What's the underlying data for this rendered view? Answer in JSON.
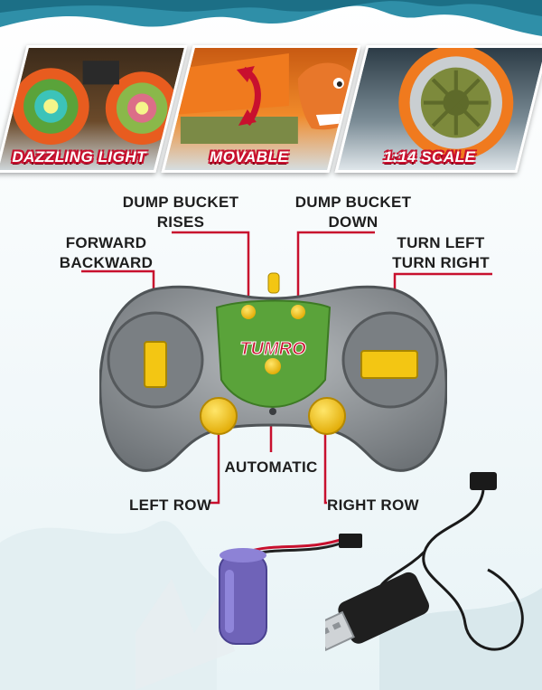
{
  "features": [
    {
      "label": "DAZZLING LIGHT"
    },
    {
      "label": "MOVABLE"
    },
    {
      "label": "1:14 SCALE"
    }
  ],
  "remote": {
    "brand": "TUMRO",
    "callouts": {
      "dump_bucket_rises": {
        "line1": "DUMP BUCKET",
        "line2": "RISES"
      },
      "dump_bucket_down": {
        "line1": "DUMP BUCKET",
        "line2": "DOWN"
      },
      "forward_backward": {
        "line1": "FORWARD",
        "line2": "BACKWARD"
      },
      "turn_left_right": {
        "line1": "TURN LEFT",
        "line2": "TURN RIGHT"
      },
      "automatic": "AUTOMATIC",
      "left_row": "LEFT ROW",
      "right_row": "RIGHT ROW"
    }
  },
  "colors": {
    "callout_line": "#c8102e",
    "label_outline": "#c8102e",
    "controller_body": "#8a8f93",
    "button_yellow": "#f3c613",
    "logo_green": "#8cc63f",
    "sky": "#2f8fa8"
  }
}
